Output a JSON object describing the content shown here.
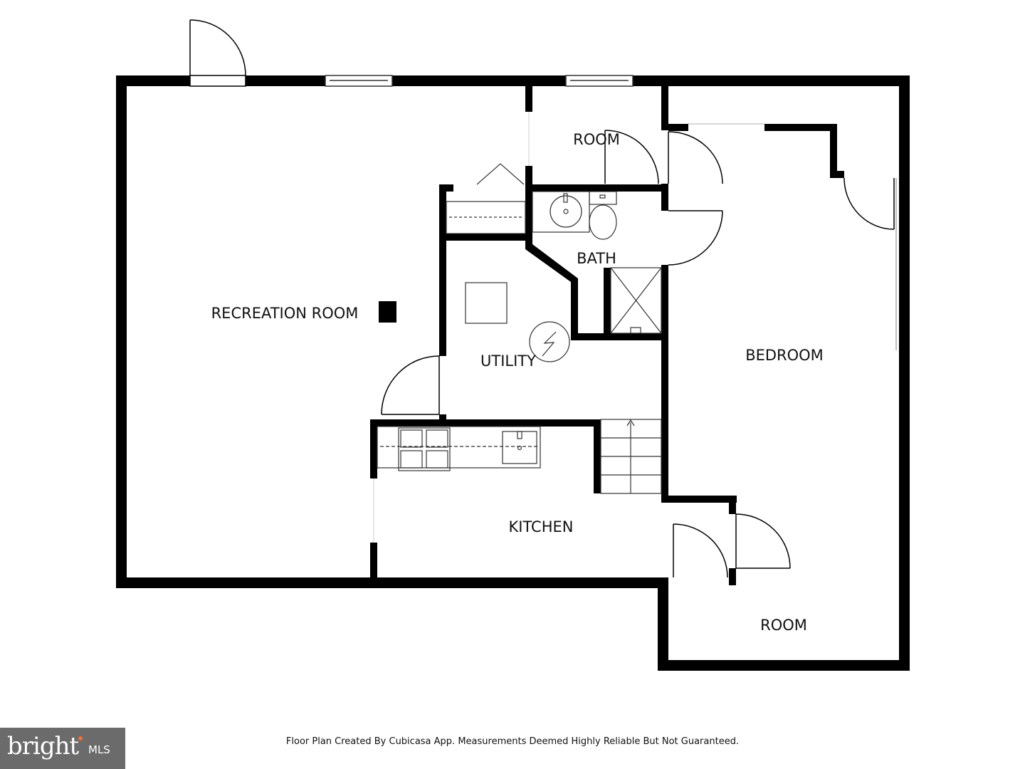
{
  "rooms": {
    "recreation": "RECREATION ROOM",
    "room_top": "ROOM",
    "bath": "BATH",
    "utility": "UTILITY",
    "bedroom": "BEDROOM",
    "kitchen": "KITCHEN",
    "room_bottom": "ROOM"
  },
  "caption": "Floor Plan Created By Cubicasa App. Measurements Deemed Highly Reliable But Not Guaranteed.",
  "logo": {
    "word": "bright",
    "suffix": "MLS"
  },
  "colors": {
    "wall": "#000000",
    "line": "#333333",
    "logo_bg": "#6b6b6b",
    "logo_accent": "#ff6a2a"
  }
}
